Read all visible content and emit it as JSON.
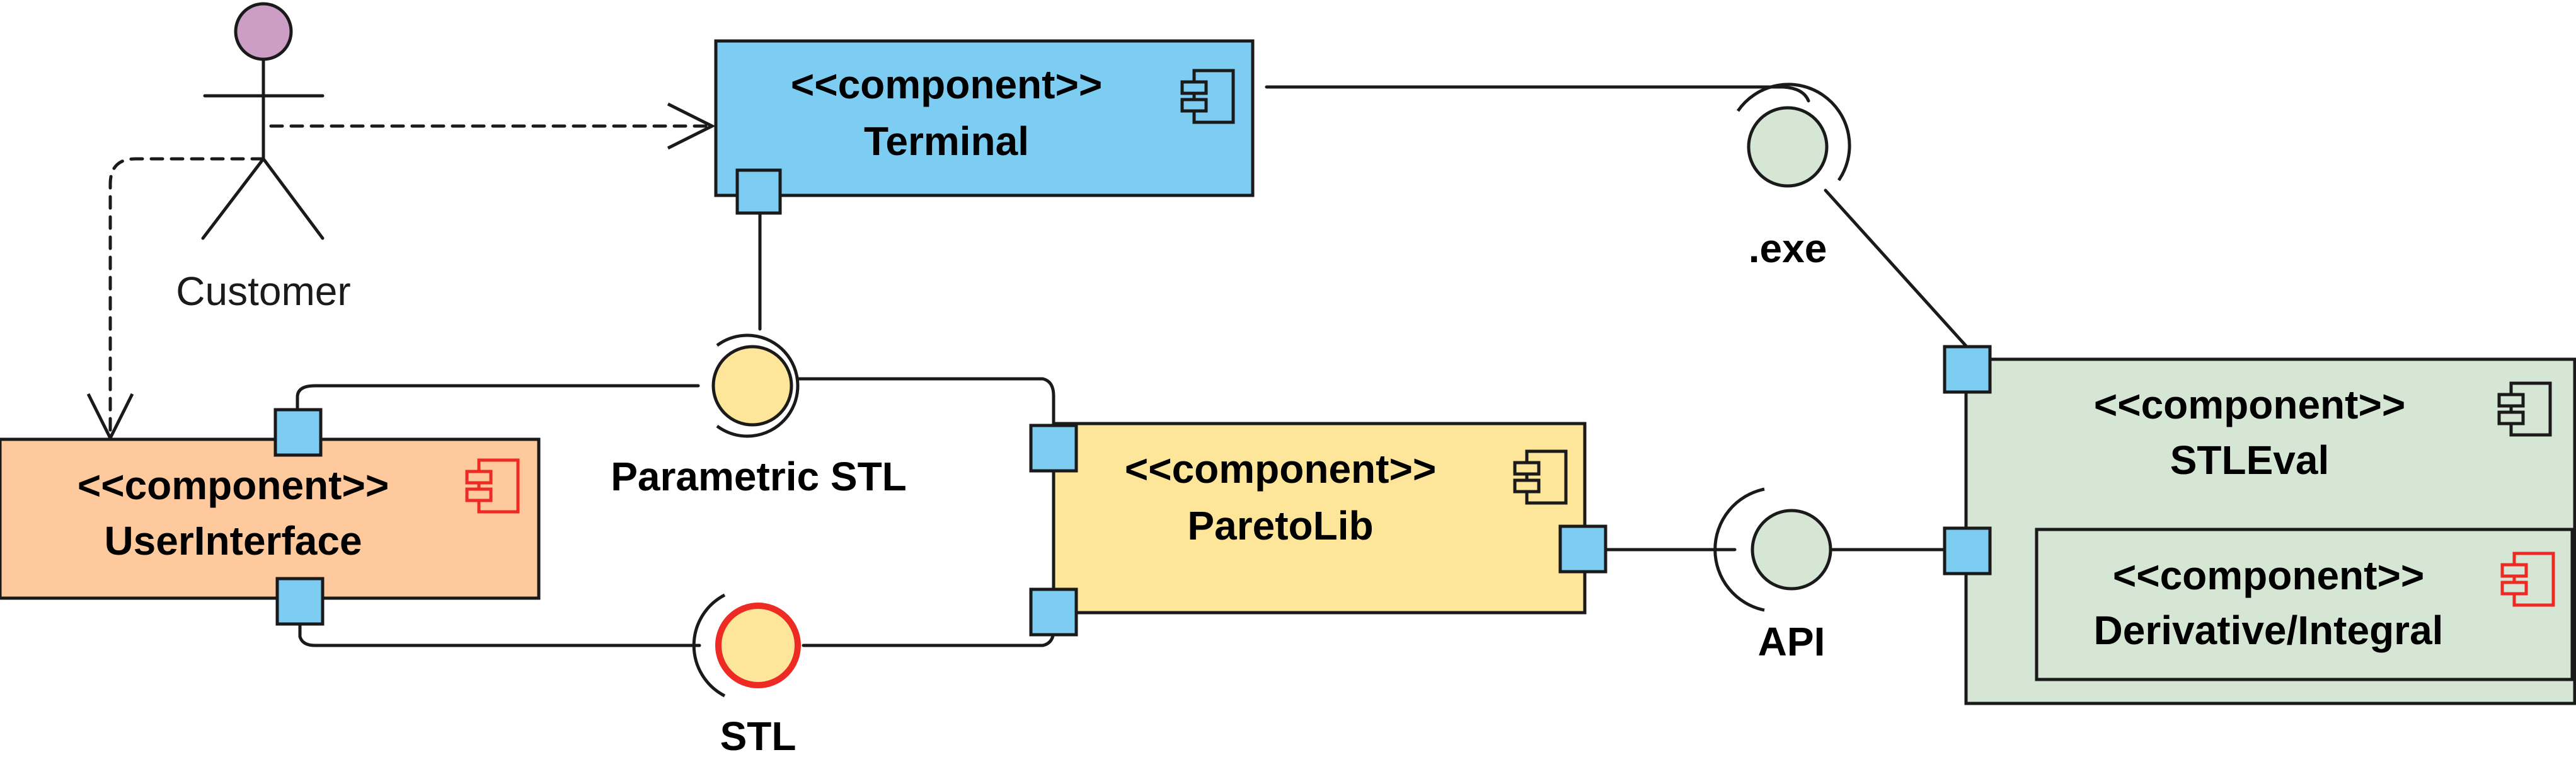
{
  "actor": {
    "name": "Customer",
    "head_color": "#cc9ec6"
  },
  "components": {
    "terminal": {
      "stereotype": "<<component>>",
      "name": "Terminal",
      "fill": "#7dcdf2",
      "border": "#1a1a1a"
    },
    "userinterface": {
      "stereotype": "<<component>>",
      "name": "UserInterface",
      "fill": "#fdc99d",
      "border": "#ee2a24",
      "icon_color": "#ee2a24"
    },
    "paretolib": {
      "stereotype": "<<component>>",
      "name": "ParetoLib",
      "fill": "#fde59a",
      "border": "#1a1a1a"
    },
    "stleval": {
      "stereotype": "<<component>>",
      "name": "STLEval",
      "fill": "#d5e7d4",
      "border": "#1a1a1a"
    },
    "derivative": {
      "stereotype": "<<component>>",
      "name": "Derivative/Integral",
      "fill": "#d5e7d4",
      "border": "#ee2a24",
      "icon_color": "#ee2a24"
    }
  },
  "interfaces": {
    "exe": {
      "label": ".exe",
      "fill": "#d5e7d4"
    },
    "parametric_stl": {
      "label": "Parametric STL",
      "fill": "#fde59a"
    },
    "stl": {
      "label": "STL",
      "fill": "#fde59a",
      "border": "#ee2a24"
    },
    "api": {
      "label": "API",
      "fill": "#d5e7d4"
    }
  },
  "colors": {
    "port": "#7dcdf2",
    "line": "#1a1a1a",
    "highlight": "#ee2a24"
  }
}
